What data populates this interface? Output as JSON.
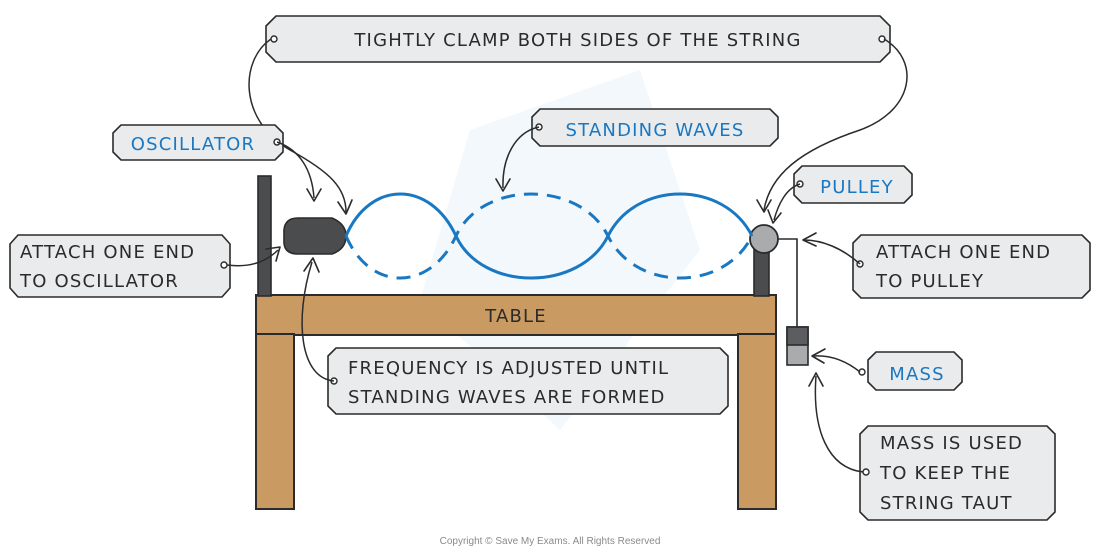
{
  "labels": {
    "clamp": "TIGHTLY CLAMP BOTH SIDES OF THE STRING",
    "oscillator": "OSCILLATOR",
    "standing_waves": "STANDING WAVES",
    "pulley": "PULLEY",
    "attach_oscillator_line1": "ATTACH ONE END",
    "attach_oscillator_line2": "TO OSCILLATOR",
    "attach_pulley_line1": "ATTACH ONE END",
    "attach_pulley_line2": "TO PULLEY",
    "table": "TABLE",
    "frequency_line1": "FREQUENCY IS ADJUSTED UNTIL",
    "frequency_line2": "STANDING WAVES ARE FORMED",
    "mass": "MASS",
    "mass_used_line1": "MASS IS USED",
    "mass_used_line2": "TO KEEP THE",
    "mass_used_line3": "STRING TAUT"
  },
  "copyright": "Copyright © Save My Exams. All Rights Reserved",
  "colors": {
    "wave": "#1a78c2",
    "table": "#c99a62",
    "equipment": "#4a4c4e",
    "tag_fill": "#e9ebec"
  }
}
